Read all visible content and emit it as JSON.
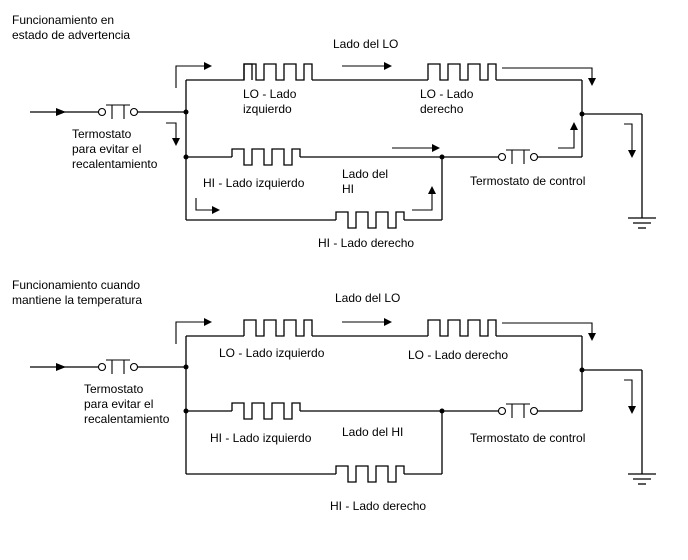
{
  "diagram1": {
    "title_line1": "Funcionamiento en",
    "title_line2": "estado de advertencia",
    "lo_side": "Lado del LO",
    "lo_left_line1": "LO - Lado",
    "lo_left_line2": "izquierdo",
    "lo_right_line1": "LO - Lado",
    "lo_right_line2": "derecho",
    "thermostat_line1": "Termostato",
    "thermostat_line2": "para evitar el",
    "thermostat_line3": "recalentamiento",
    "hi_left": "HI - Lado izquierdo",
    "hi_side_line1": "Lado del",
    "hi_side_line2": "HI",
    "control_thermostat": "Termostato de control",
    "hi_right": "HI - Lado derecho"
  },
  "diagram2": {
    "title_line1": "Funcionamiento cuando",
    "title_line2": "mantiene la temperatura",
    "lo_side": "Lado del LO",
    "lo_left": "LO - Lado izquierdo",
    "lo_right": "LO - Lado derecho",
    "thermostat_line1": "Termostato",
    "thermostat_line2": "para evitar el",
    "thermostat_line3": "recalentamiento",
    "hi_left": "HI - Lado izquierdo",
    "hi_side": "Lado del HI",
    "control_thermostat": "Termostato de control",
    "hi_right": "HI - Lado derecho"
  }
}
